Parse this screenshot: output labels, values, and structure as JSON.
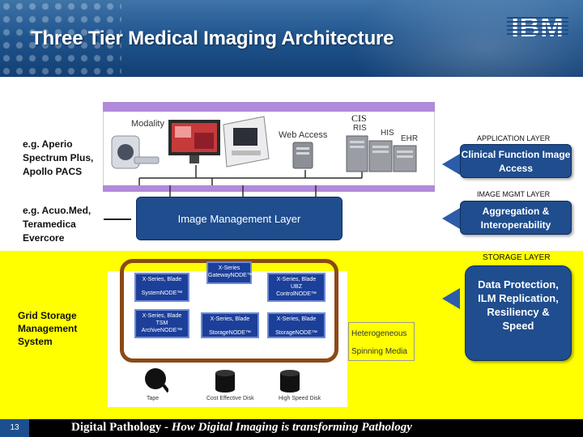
{
  "header": {
    "title": "Three Tier Medical Imaging Architecture",
    "logo_text": "IBM"
  },
  "application_tier": {
    "left_label": "e.g. Aperio Spectrum Plus, Apollo PACS",
    "modality_label": "Modality",
    "web_access_label": "Web Access",
    "cis_label": "CIS",
    "ris_label": "RIS",
    "his_label": "HIS",
    "ehr_label": "EHR",
    "layer_label": "APPLICATION LAYER",
    "callout": "Clinical Function Image Access"
  },
  "management_tier": {
    "left_label": "e.g. Acuo.Med, Teramedica Evercore",
    "box_label": "Image Management Layer",
    "layer_label": "IMAGE MGMT LAYER",
    "callout": "Aggregation & Interoperability"
  },
  "storage_tier": {
    "left_label": "Grid Storage Management System",
    "layer_label": "STORAGE LAYER",
    "callout": "Data Protection, ILM Replication, Resiliency & Speed",
    "hetero_label_1": "Heterogeneous",
    "hetero_label_2": "Spinning Media",
    "blades": [
      {
        "line1": "X-Series",
        "line2": "GatewayNODE™"
      },
      {
        "line1": "X-Series, Blade",
        "line2": "SystemNODE™"
      },
      {
        "line1": "X-Series, Blade",
        "line2": "UBZ",
        "line3": "ControlNODE™"
      },
      {
        "line1": "X-Series, Blade",
        "line2": "TSM",
        "line3": "ArchiveNODE™"
      },
      {
        "line1": "X-Series, Blade",
        "line2": "StorageNODE™"
      },
      {
        "line1": "X-Series, Blade",
        "line2": "StorageNODE™"
      }
    ],
    "media": [
      {
        "label": "Tape"
      },
      {
        "label": "Cost Effective Disk"
      },
      {
        "label": "High Speed Disk"
      }
    ]
  },
  "footer": {
    "page_number": "13",
    "text_plain": "Digital Pathology - ",
    "text_italic": "How Digital Imaging is transforming Pathology"
  },
  "colors": {
    "header_blue": "#21568f",
    "band_purple": "#b18ad9",
    "storage_yellow": "#ffff00",
    "callout_blue": "#1f4d8e",
    "frame_brown": "#8b4a16"
  }
}
